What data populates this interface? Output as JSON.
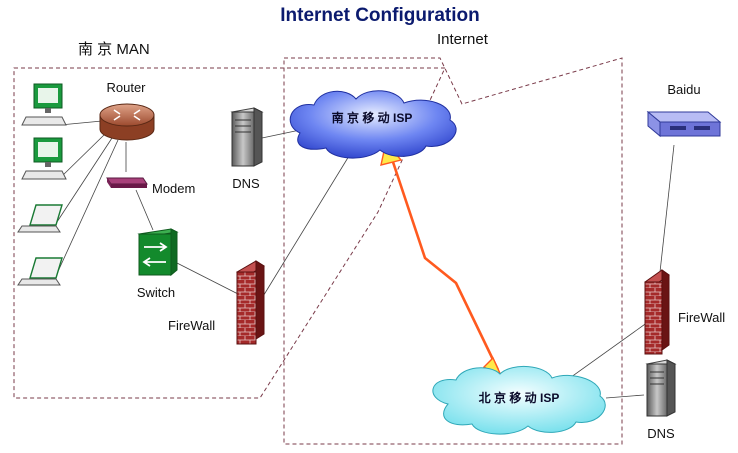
{
  "title": "Internet  Configuration",
  "regions": {
    "man_label": "南 京 MAN",
    "internet_label": "Internet"
  },
  "nodes": {
    "router": "Router",
    "modem": "Modem",
    "switch": "Switch",
    "dns_left": "DNS",
    "firewall_left": "FireWall",
    "isp_nanjing": "南 京 移 动 ISP",
    "isp_beijing": "北 京 移 动 ISP",
    "baidu": "Baidu",
    "firewall_right": "FireWall",
    "dns_right": "DNS"
  },
  "colors": {
    "title": "#0b1a6e",
    "region_border": "#7a3b4a",
    "link": "#ff5a1f",
    "cloud_nanjing": "#3f5fe8",
    "cloud_beijing": "#7fe6f0"
  },
  "icons": {
    "pc": "desktop-computer-icon",
    "laptop": "laptop-icon",
    "router": "router-icon",
    "modem": "modem-icon",
    "switch": "switch-icon",
    "server": "server-icon",
    "firewall": "firewall-icon",
    "cloud": "cloud-icon",
    "baidu": "rack-server-icon"
  }
}
